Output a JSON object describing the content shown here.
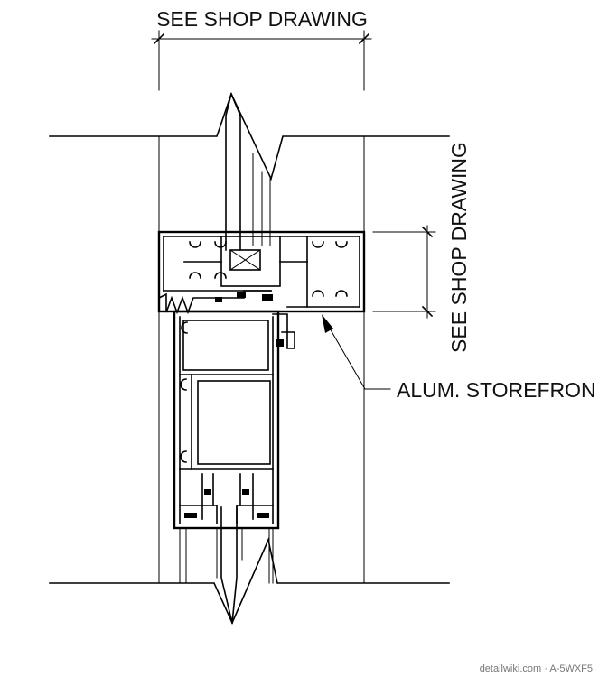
{
  "drawing": {
    "dimension_top_label": "SEE SHOP DRAWING",
    "dimension_side_label": "SEE SHOP DRAWING",
    "callout_label": "ALUM. STOREFRON",
    "watermark": "detailwiki.com · A-5WXF5"
  }
}
